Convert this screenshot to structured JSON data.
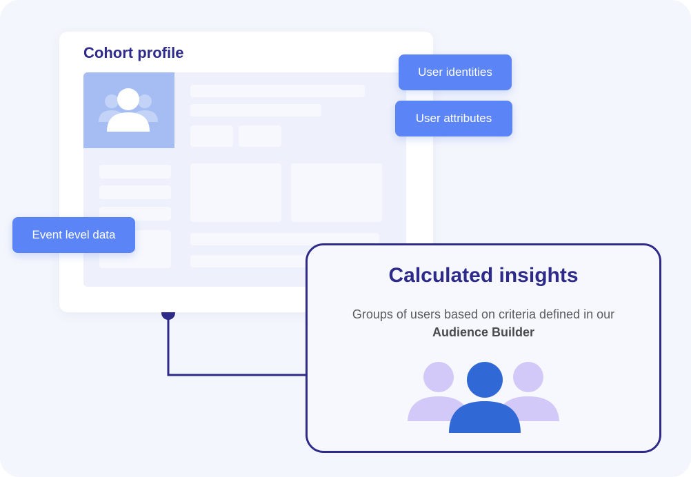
{
  "profile": {
    "title": "Cohort profile"
  },
  "tags": {
    "user_identities": "User identities",
    "user_attributes": "User attributes",
    "event_level_data": "Event level data"
  },
  "insights": {
    "title": "Calculated insights",
    "description": "Groups of users based on criteria defined in our",
    "description_bold": "Audience Builder"
  },
  "colors": {
    "accent": "#2e2a8a",
    "pill": "#5b84f7",
    "avatar_box": "#a5bdf2",
    "user_center": "#3068d6",
    "user_side": "#d3c9f8"
  },
  "icons": {
    "profile_avatar": "users-group-icon",
    "insights_avatar": "users-group-icon"
  }
}
